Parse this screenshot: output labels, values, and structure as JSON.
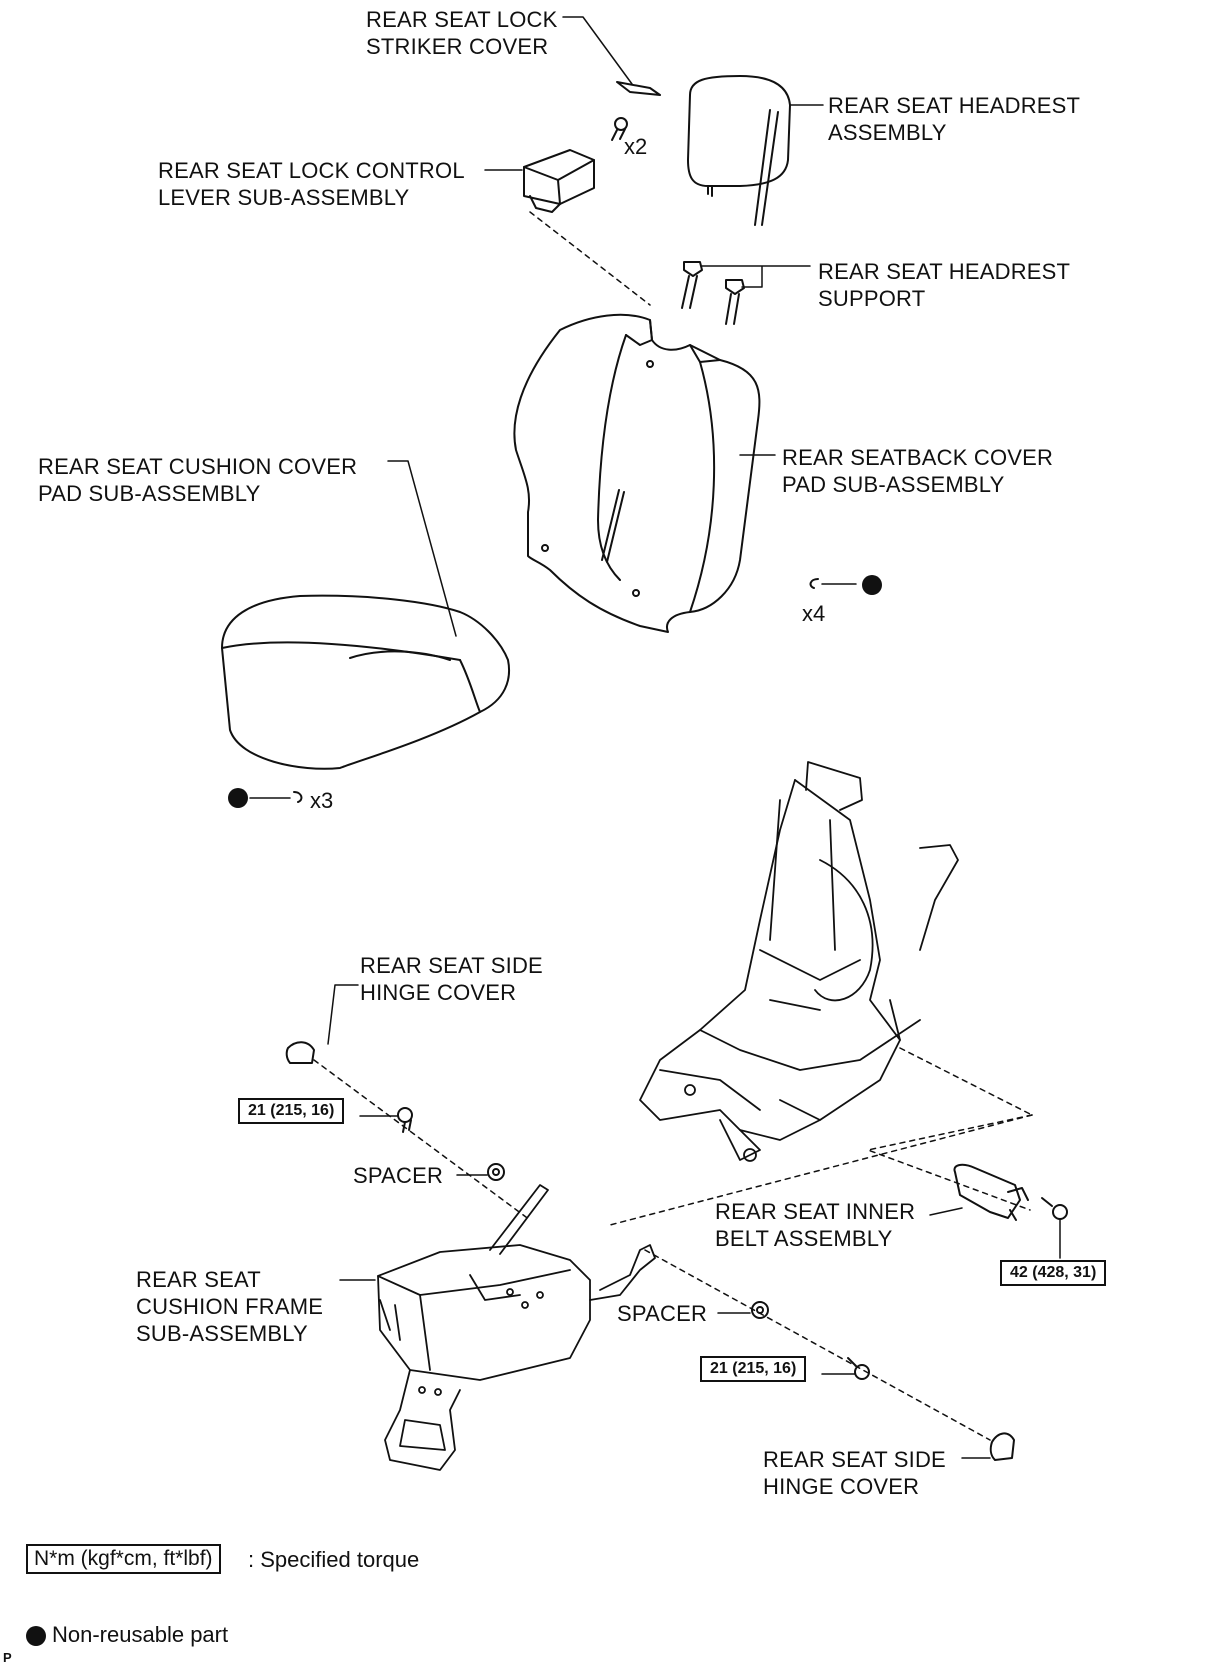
{
  "labels": {
    "striker_cover": [
      "REAR SEAT LOCK",
      "STRIKER COVER"
    ],
    "headrest_assembly": [
      "REAR SEAT HEADREST",
      "ASSEMBLY"
    ],
    "lock_control_lever": [
      "REAR SEAT LOCK CONTROL",
      "LEVER SUB-ASSEMBLY"
    ],
    "headrest_support": [
      "REAR SEAT HEADREST",
      "SUPPORT"
    ],
    "cushion_cover_pad": [
      "REAR SEAT CUSHION COVER",
      "PAD SUB-ASSEMBLY"
    ],
    "seatback_cover_pad": [
      "REAR SEATBACK COVER",
      "PAD SUB-ASSEMBLY"
    ],
    "side_hinge_cover_upper": [
      "REAR SEAT SIDE",
      "HINGE COVER"
    ],
    "spacer_left": "SPACER",
    "inner_belt": [
      "REAR SEAT INNER",
      "BELT ASSEMBLY"
    ],
    "cushion_frame": [
      "REAR SEAT",
      "CUSHION FRAME",
      "SUB-ASSEMBLY"
    ],
    "spacer_right": "SPACER",
    "side_hinge_cover_lower": [
      "REAR SEAT SIDE",
      "HINGE COVER"
    ]
  },
  "quantities": {
    "screw_x2": "x2",
    "hog_ring_x4": "x4",
    "hog_ring_x3": "x3"
  },
  "torques": {
    "left_bolt": "21 (215, 16)",
    "belt_bolt": "42 (428, 31)",
    "right_bolt": "21 (215, 16)"
  },
  "legend": {
    "torque_box": "N*m (kgf*cm, ft*lbf)",
    "torque_text": ": Specified torque",
    "nonreusable_text": "Non-reusable part"
  },
  "corner_mark": "P",
  "colors": {
    "ink": "#111111",
    "background": "#ffffff"
  }
}
